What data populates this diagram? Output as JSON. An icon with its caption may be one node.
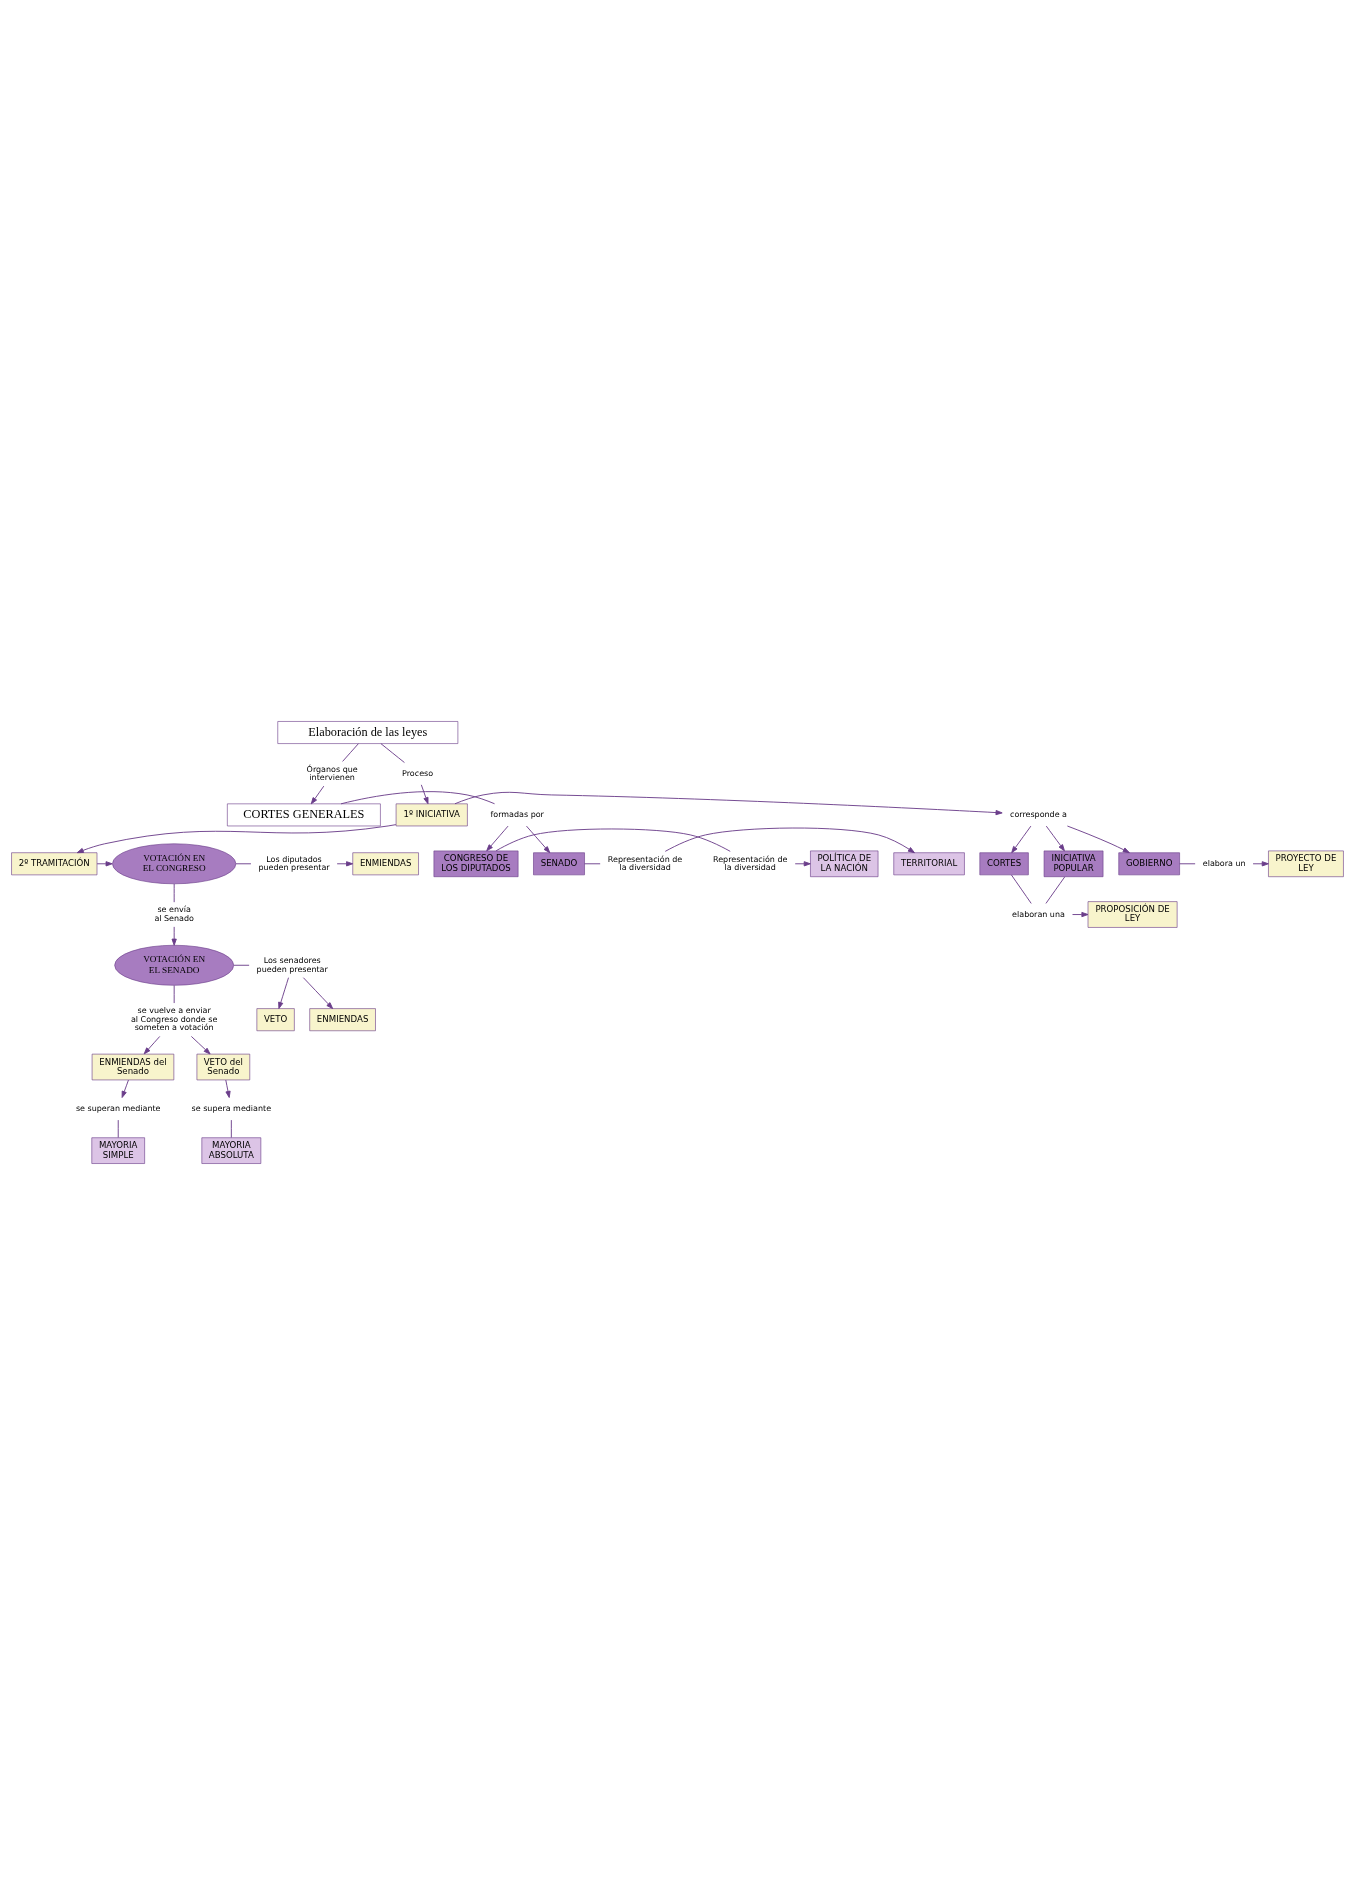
{
  "diagram": {
    "nodes": [
      {
        "text": [
          "CORTES GENERALES"
        ]
      },
      {
        "text": [
          "formadas por"
        ]
      },
      {
        "text": [
          "CONGRESO DE LOS DIPUTADOS"
        ]
      },
      {
        "text": [
          "Representación de la diversidad"
        ]
      },
      {
        "text": [
          "POLÍTICA DE LA NACIÓN"
        ]
      },
      {
        "text": [
          "SENADO"
        ]
      },
      {
        "text": [
          "Representación de la diversidad"
        ]
      },
      {
        "text": [
          "TERRITORIAL"
        ]
      },
      {
        "text": [
          "Órganos que intervienen"
        ]
      },
      {
        "text": [
          "Elaboración de las leyes"
        ]
      },
      {
        "text": [
          "Proceso"
        ]
      },
      {
        "text": [
          "1º INICIATIVA"
        ]
      },
      {
        "text": [
          "corresponde a"
        ]
      },
      {
        "text": [
          "GOBIERNO"
        ]
      },
      {
        "text": [
          "CORTES"
        ]
      },
      {
        "text": [
          "INICIATIVA POPULAR"
        ]
      },
      {
        "text": [
          "elabora un"
        ]
      },
      {
        "text": [
          "PROYECTO DE LEY"
        ]
      },
      {
        "text": [
          "elaboran una"
        ]
      },
      {
        "text": [
          "PROPOSICIÓN DE LEY"
        ]
      },
      {
        "text": [
          "2º TRAMITACIÓN"
        ]
      },
      {
        "text": [
          "VOTACIÓN EN EL CONGRESO"
        ]
      },
      {
        "text": [
          "Los diputados pueden presentar"
        ]
      },
      {
        "text": [
          "ENMIENDAS"
        ]
      },
      {
        "text": [
          "se envía al Senado"
        ]
      },
      {
        "text": [
          "VOTACIÓN EN EL SENADO"
        ]
      },
      {
        "text": [
          "Los senadores pueden presentar"
        ]
      },
      {
        "text": [
          "ENMIENDAS"
        ]
      },
      {
        "text": [
          "VETO"
        ]
      },
      {
        "text": [
          "se vuelve a enviar al Congreso donde se someten a votación"
        ]
      },
      {
        "text": [
          "ENMIENDAS del Senado"
        ]
      },
      {
        "text": [
          "VETO del Senado"
        ]
      },
      {
        "text": [
          "se superan mediante"
        ]
      },
      {
        "text": [
          "MAYORIA SIMPLE"
        ]
      },
      {
        "text": [
          "se supera mediante"
        ]
      },
      {
        "text": [
          "MAYORIA ABSOLUTA"
        ]
      }
    ],
    "edges": [
      {
        "from": 0,
        "to": 1,
        "arrow": "none"
      },
      {
        "from": 1,
        "to": 2,
        "arrow": "to"
      },
      {
        "from": 1,
        "to": 5,
        "arrow": "to"
      },
      {
        "from": 2,
        "to": 3,
        "arrow": "none"
      },
      {
        "from": 3,
        "to": 4,
        "arrow": "to"
      },
      {
        "from": 5,
        "to": 6,
        "arrow": "none"
      },
      {
        "from": 6,
        "to": 7,
        "arrow": "to"
      },
      {
        "from": 9,
        "to": 8,
        "arrow": "none"
      },
      {
        "from": 8,
        "to": 0,
        "arrow": "to"
      },
      {
        "from": 9,
        "to": 10,
        "arrow": "none"
      },
      {
        "from": 10,
        "to": 11,
        "arrow": "to"
      },
      {
        "from": 11,
        "to": 12,
        "arrow": "to"
      },
      {
        "from": 12,
        "to": 13,
        "arrow": "to"
      },
      {
        "from": 12,
        "to": 14,
        "arrow": "to"
      },
      {
        "from": 12,
        "to": 15,
        "arrow": "to"
      },
      {
        "from": 13,
        "to": 16,
        "arrow": "none"
      },
      {
        "from": 16,
        "to": 17,
        "arrow": "to"
      },
      {
        "from": 14,
        "to": 18,
        "arrow": "none"
      },
      {
        "from": 15,
        "to": 18,
        "arrow": "none"
      },
      {
        "from": 18,
        "to": 19,
        "arrow": "to"
      },
      {
        "from": 11,
        "to": 20,
        "arrow": "to"
      },
      {
        "from": 20,
        "to": 21,
        "arrow": "to"
      },
      {
        "from": 21,
        "to": 22,
        "arrow": "none"
      },
      {
        "from": 22,
        "to": 23,
        "arrow": "to"
      },
      {
        "from": 21,
        "to": 24,
        "arrow": "none"
      },
      {
        "from": 24,
        "to": 25,
        "arrow": "to"
      },
      {
        "from": 25,
        "to": 26,
        "arrow": "none"
      },
      {
        "from": 26,
        "to": 27,
        "arrow": "to"
      },
      {
        "from": 26,
        "to": 28,
        "arrow": "to"
      },
      {
        "from": 25,
        "to": 29,
        "arrow": "none"
      },
      {
        "from": 29,
        "to": 30,
        "arrow": "to"
      },
      {
        "from": 29,
        "to": 31,
        "arrow": "to"
      },
      {
        "from": 30,
        "to": 32,
        "arrow": "to"
      },
      {
        "from": 31,
        "to": 34,
        "arrow": "to"
      },
      {
        "from": 32,
        "to": 33,
        "arrow": "none"
      },
      {
        "from": 34,
        "to": 35,
        "arrow": "none"
      }
    ]
  }
}
